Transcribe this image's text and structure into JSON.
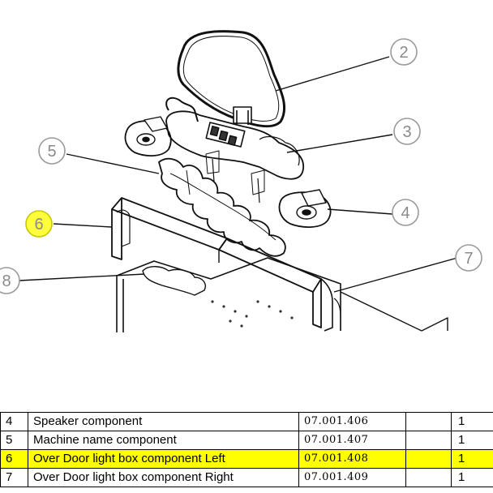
{
  "diagram": {
    "callouts": [
      {
        "number": "2",
        "highlighted": false
      },
      {
        "number": "3",
        "highlighted": false
      },
      {
        "number": "4",
        "highlighted": false
      },
      {
        "number": "5",
        "highlighted": false
      },
      {
        "number": "6",
        "highlighted": true
      },
      {
        "number": "7",
        "highlighted": false
      },
      {
        "number": "8",
        "highlighted": false
      }
    ],
    "highlight_color": "#ffff3c"
  },
  "parts_table": {
    "rows": [
      {
        "no": "4",
        "name": "Speaker component",
        "code": "07.001.406",
        "spec": "",
        "qty": "1",
        "highlighted": false
      },
      {
        "no": "5",
        "name": "Machine name component",
        "code": "07.001.407",
        "spec": "",
        "qty": "1",
        "highlighted": false
      },
      {
        "no": "6",
        "name": "Over Door light box component Left",
        "code": "07.001.408",
        "spec": "",
        "qty": "1",
        "highlighted": true
      },
      {
        "no": "7",
        "name": "Over Door light box component Right",
        "code": "07.001.409",
        "spec": "",
        "qty": "1",
        "highlighted": false
      }
    ],
    "highlight_color": "#ffff00"
  }
}
